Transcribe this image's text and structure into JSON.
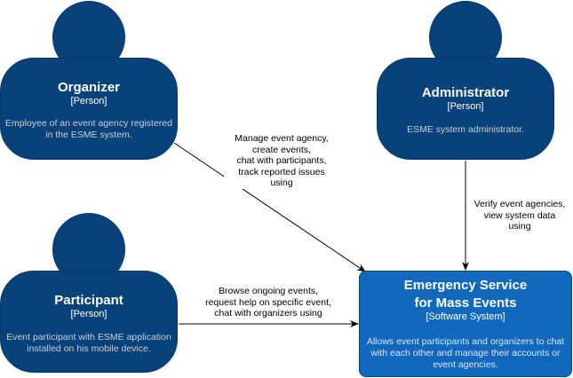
{
  "people": {
    "organizer": {
      "name": "Organizer",
      "kind": "[Person]",
      "description": "Employee of an event agency registered in the ESME system."
    },
    "administrator": {
      "name": "Administrator",
      "kind": "[Person]",
      "description": "ESME system administrator."
    },
    "participant": {
      "name": "Participant",
      "kind": "[Person]",
      "description": "Event participant with ESME application installed on his mobile device."
    }
  },
  "system": {
    "name": "Emergency Service\nfor Mass Events",
    "kind": "[Software System]",
    "description": "Allows event participants and organizers to chat with each other and manage their accounts or event agencies."
  },
  "relations": {
    "organizer_to_system": "Manage event agency,\ncreate events,\nchat with participants,\ntrack reported issues\nusing",
    "administrator_to_system": "Verify event agencies,\nview system data\nusing",
    "participant_to_system": "Browse ongoing events,\nrequest help on specific event,\nchat with organizers using"
  },
  "colors": {
    "person": "#08427b",
    "system": "#1168bd",
    "arrow": "#000000"
  }
}
